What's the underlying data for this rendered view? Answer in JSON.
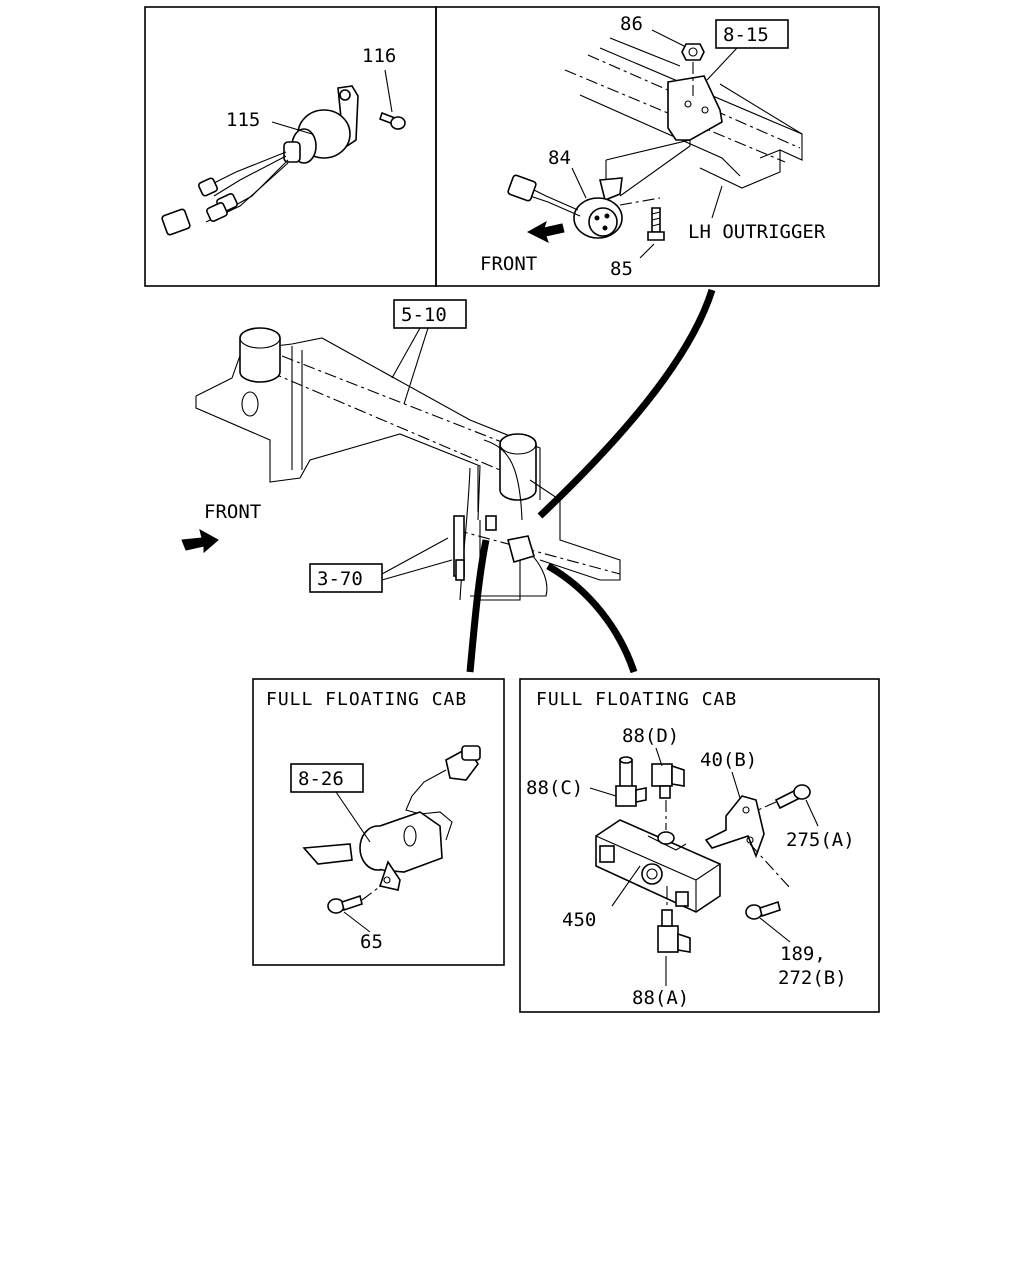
{
  "panels": {
    "top_left": {
      "labels": {
        "p116": "116",
        "p115": "115"
      }
    },
    "top_right": {
      "labels": {
        "p86": "86",
        "ref815": "8-15",
        "p84": "84",
        "p85": "85",
        "front": "FRONT",
        "outrigger": "LH OUTRIGGER"
      }
    },
    "main": {
      "labels": {
        "ref510": "5-10",
        "front": "FRONT",
        "ref370": "3-70"
      }
    },
    "bottom_left": {
      "title": "FULL FLOATING CAB",
      "labels": {
        "ref826": "8-26",
        "p65": "65"
      }
    },
    "bottom_right": {
      "title": "FULL FLOATING CAB",
      "labels": {
        "p88d": "88(D)",
        "p40b": "40(B)",
        "p88c": "88(C)",
        "p275a": "275(A)",
        "p450": "450",
        "p189": "189,",
        "p272b": "272(B)",
        "p88a": "88(A)"
      }
    }
  },
  "icons": [
    "arrow-front-icon"
  ]
}
